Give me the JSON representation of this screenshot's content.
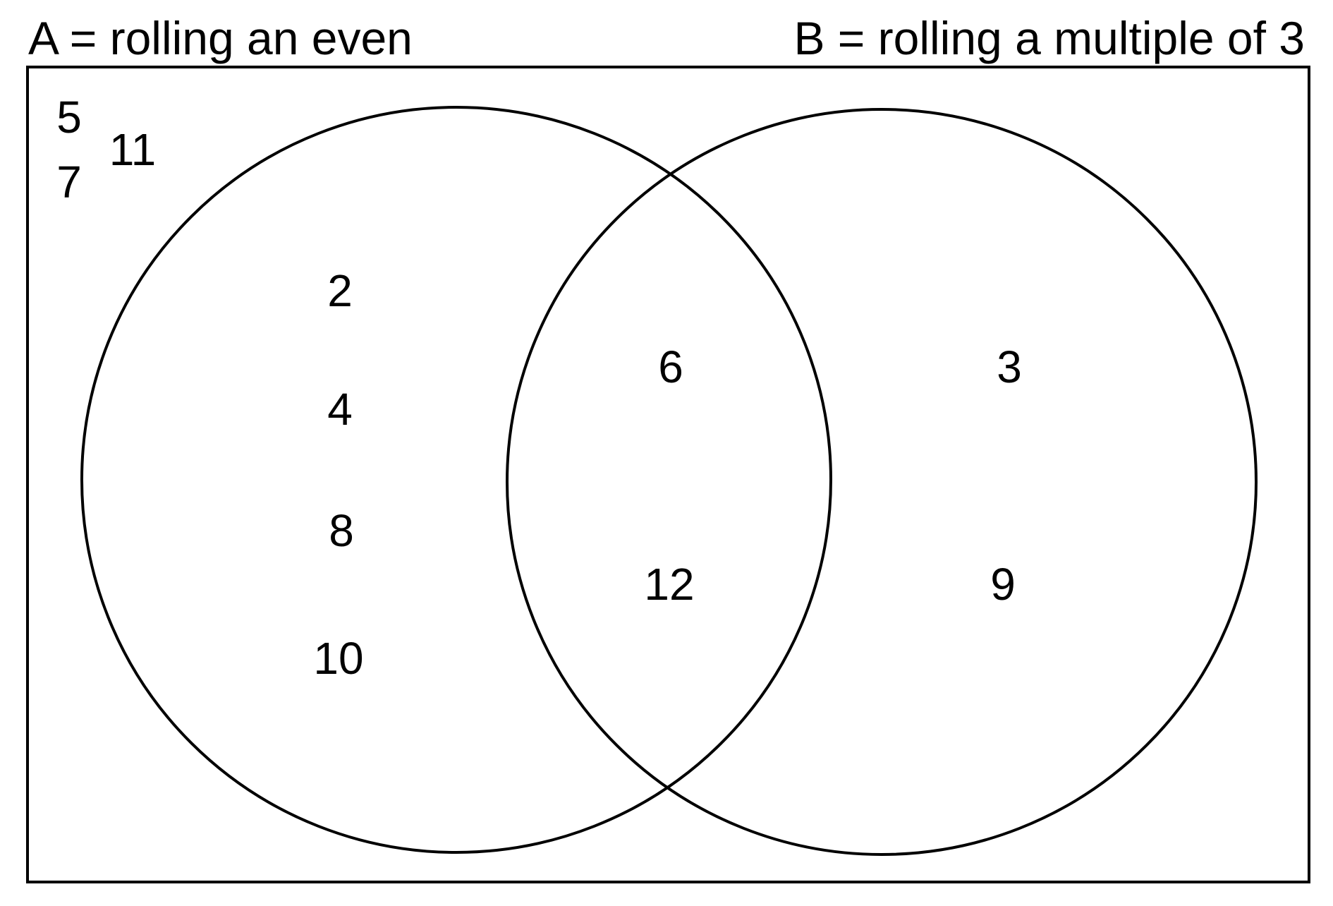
{
  "labels": {
    "set_a": "A = rolling an even",
    "set_b": "B = rolling a multiple of 3"
  },
  "regions": {
    "outside": [
      "5",
      "11",
      "7"
    ],
    "a_only": [
      "2",
      "4",
      "8",
      "10"
    ],
    "both": [
      "6",
      "12"
    ],
    "b_only": [
      "3",
      "9"
    ]
  },
  "colors": {
    "stroke": "#000000",
    "background": "#ffffff"
  }
}
